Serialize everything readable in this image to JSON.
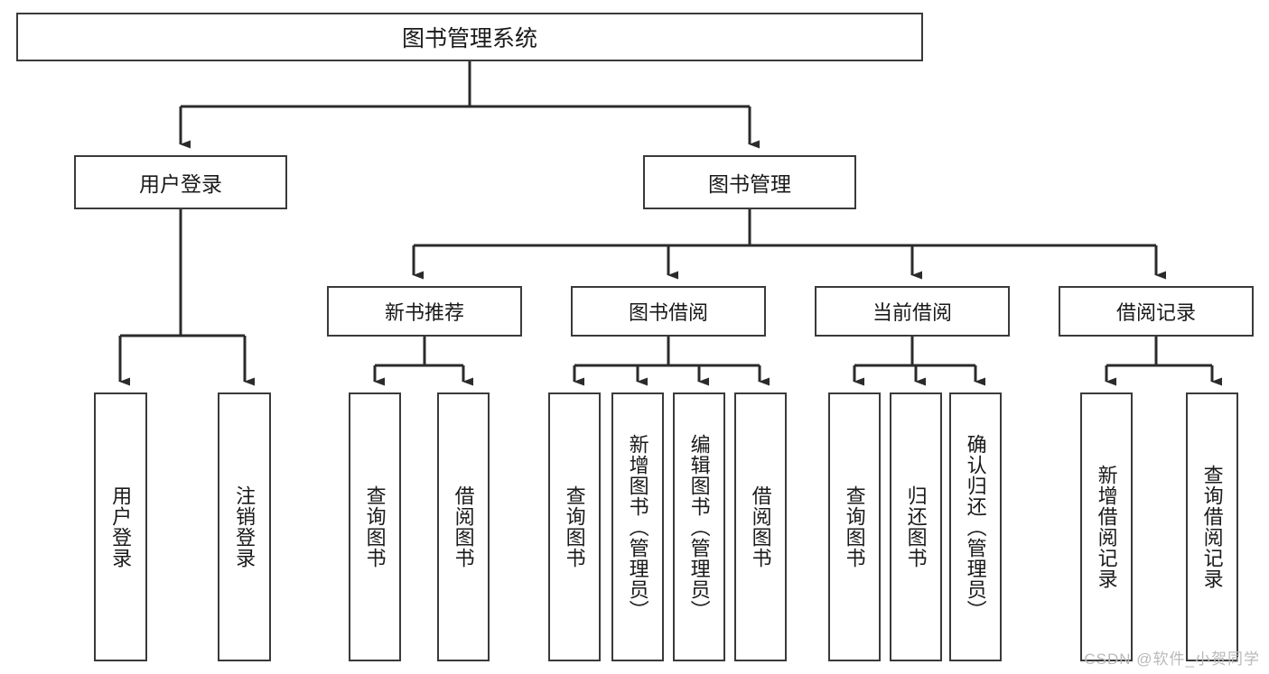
{
  "diagram": {
    "type": "tree",
    "title": "图书管理系统",
    "root": {
      "id": "root",
      "label": "图书管理系统"
    },
    "level1": [
      {
        "id": "user-login",
        "label": "用户登录"
      },
      {
        "id": "book-manage",
        "label": "图书管理"
      }
    ],
    "level2": [
      {
        "id": "new-book-rec",
        "label": "新书推荐",
        "parent": "book-manage"
      },
      {
        "id": "book-borrow",
        "label": "图书借阅",
        "parent": "book-manage"
      },
      {
        "id": "current-borrow",
        "label": "当前借阅",
        "parent": "book-manage"
      },
      {
        "id": "borrow-record",
        "label": "借阅记录",
        "parent": "book-manage"
      }
    ],
    "leaves": [
      {
        "id": "leaf-user-login",
        "label": "用户登录",
        "parent": "user-login"
      },
      {
        "id": "leaf-user-logout",
        "label": "注销登录",
        "parent": "user-login"
      },
      {
        "id": "leaf-query-book-1",
        "label": "查询图书",
        "parent": "new-book-rec"
      },
      {
        "id": "leaf-borrow-book-1",
        "label": "借阅图书",
        "parent": "new-book-rec"
      },
      {
        "id": "leaf-query-book-2",
        "label": "查询图书",
        "parent": "book-borrow"
      },
      {
        "id": "leaf-add-book",
        "label": "新增图书（管理员）",
        "parent": "book-borrow"
      },
      {
        "id": "leaf-edit-book",
        "label": "编辑图书（管理员）",
        "parent": "book-borrow"
      },
      {
        "id": "leaf-borrow-book-2",
        "label": "借阅图书",
        "parent": "book-borrow"
      },
      {
        "id": "leaf-query-book-3",
        "label": "查询图书",
        "parent": "current-borrow"
      },
      {
        "id": "leaf-return-book",
        "label": "归还图书",
        "parent": "current-borrow"
      },
      {
        "id": "leaf-confirm-return",
        "label": "确认归还（管理员）",
        "parent": "current-borrow"
      },
      {
        "id": "leaf-add-record",
        "label": "新增借阅记录",
        "parent": "borrow-record"
      },
      {
        "id": "leaf-query-record",
        "label": "查询借阅记录",
        "parent": "borrow-record"
      }
    ],
    "colors": {
      "stroke": "#3a3a3a",
      "fill": "#ffffff",
      "text": "#1a1a1a",
      "watermark": "#b9b9b9"
    }
  },
  "watermark": {
    "text": "CSDN @软件_小贺同学"
  }
}
